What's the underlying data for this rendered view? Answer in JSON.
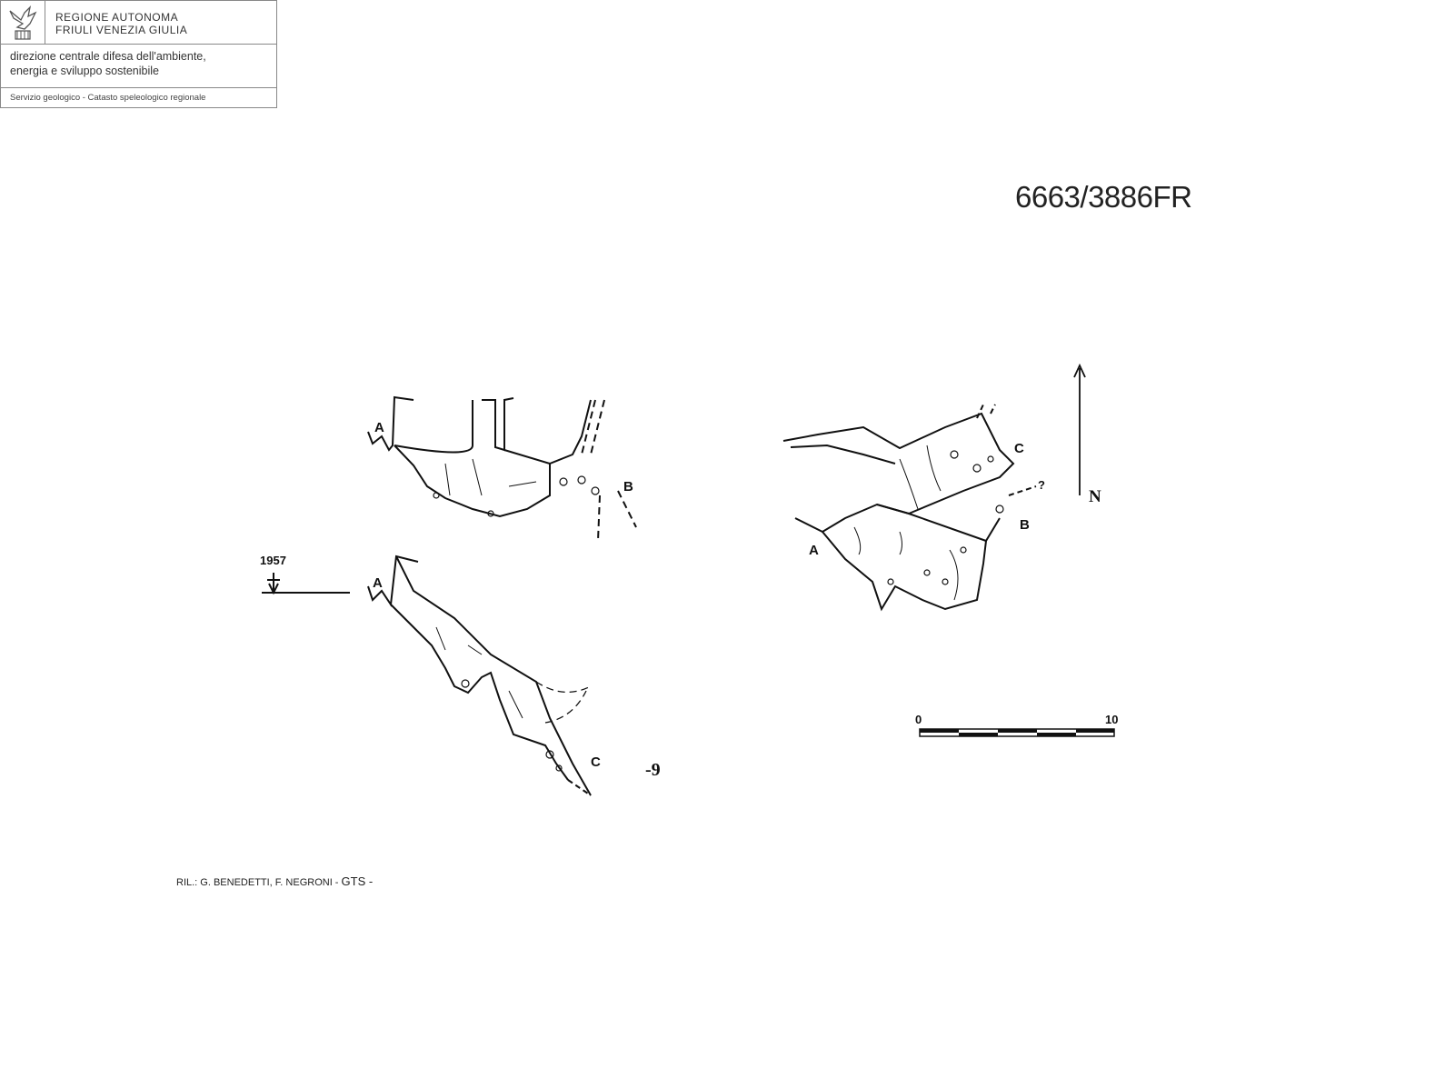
{
  "header": {
    "region_line1": "REGIONE AUTONOMA",
    "region_line2": "FRIULI VENEZIA GIULIA",
    "direction_line1": "DIREZIONE CENTRALE DIFESA DELL'AMBIENTE,",
    "direction_line2": "ENERGIA E SVILUPPO SOSTENIBILE",
    "service": "Servizio geologico - Catasto speleologico regionale"
  },
  "cave_code": "6663/3886FR",
  "plan_view": {
    "labels": {
      "a": "A",
      "b": "B",
      "c": "C"
    },
    "question": "?",
    "north": "N"
  },
  "section_view": {
    "labels": {
      "a": "A",
      "b": "B"
    }
  },
  "profile_view": {
    "labels": {
      "a": "A",
      "c": "C"
    },
    "survey_year": "1957",
    "depth": "-9"
  },
  "scale": {
    "start": "0",
    "end": "10"
  },
  "credit": {
    "surveyors": "RIL.: G. BENEDETTI, F. NEGRONI -",
    "group": "GTS -"
  }
}
